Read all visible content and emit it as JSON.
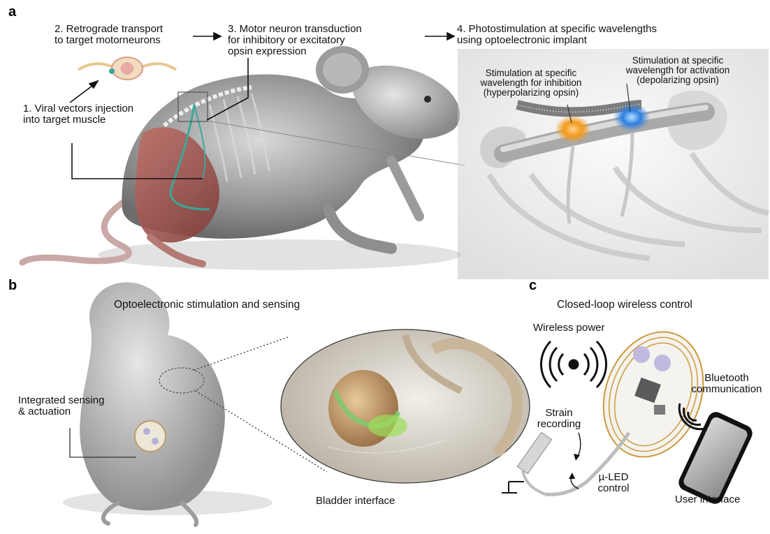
{
  "panel_a": {
    "letter": "a",
    "step1": "1. Viral vectors injection\ninto target muscle",
    "step2": "2. Retrograde transport\nto target motorneurons",
    "step3": "3. Motor neuron transduction\nfor inhibitory or excitatory\nopsin expression",
    "step4": "4. Photostimulation at specific wavelengths\nusing optoelectronic implant",
    "inhibition": "Stimulation at specific\nwavelength for inhibition\n(hyperpolarizing opsin)",
    "activation": "Stimulation at specific\nwavelength for activation\n(depolarizing opsin)"
  },
  "panel_b": {
    "letter": "b",
    "title": "Optoelectronic stimulation and sensing",
    "sensing": "Integrated sensing\n& actuation",
    "bladder": "Bladder interface"
  },
  "panel_c": {
    "letter": "c",
    "title": "Closed-loop wireless control",
    "wireless_power": "Wireless power",
    "bluetooth": "Bluetooth\ncommunication",
    "strain": "Strain\nrecording",
    "led": "µ-LED\ncontrol",
    "user_interface": "User interface"
  },
  "colors": {
    "inhibition_led": "#f29a1c",
    "activation_led": "#2f7fe0",
    "neuron": "#3aa89a",
    "muscle": "#a8554f",
    "bladder_glow": "#9be05a",
    "coil": "#c99a3c"
  }
}
